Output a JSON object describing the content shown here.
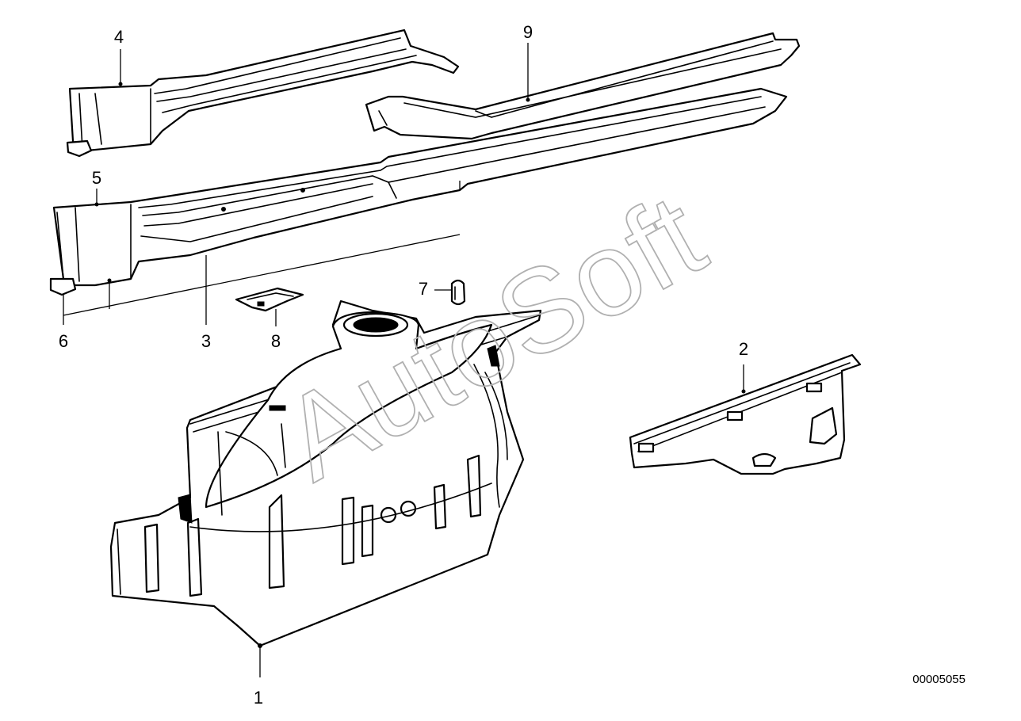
{
  "diagram": {
    "callouts": [
      {
        "id": "1",
        "label": "1"
      },
      {
        "id": "2",
        "label": "2"
      },
      {
        "id": "3",
        "label": "3"
      },
      {
        "id": "4",
        "label": "4"
      },
      {
        "id": "5",
        "label": "5"
      },
      {
        "id": "6",
        "label": "6"
      },
      {
        "id": "7",
        "label": "7"
      },
      {
        "id": "8",
        "label": "8"
      },
      {
        "id": "9",
        "label": "9"
      }
    ],
    "watermark": "AutoSoft",
    "diagram_code": "00005055"
  }
}
